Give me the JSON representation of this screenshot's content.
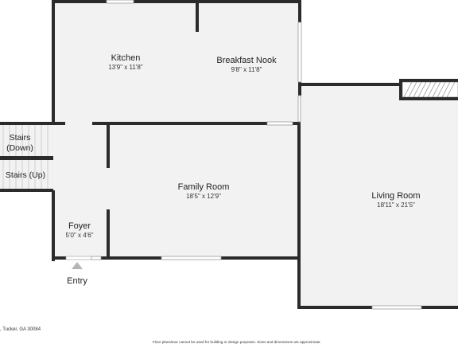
{
  "rooms": {
    "kitchen": {
      "name": "Kitchen",
      "dims": "13'9\" x 11'8\""
    },
    "breakfast_nook": {
      "name": "Breakfast Nook",
      "dims": "9'8\" x 11'8\""
    },
    "family_room": {
      "name": "Family Room",
      "dims": "18'5\" x 12'9\""
    },
    "living_room": {
      "name": "Living Room",
      "dims": "18'11\" x 21'5\""
    },
    "foyer": {
      "name": "Foyer",
      "dims": "5'0\" x 4'6\""
    }
  },
  "stairs": {
    "down": [
      "Stairs",
      "(Down)"
    ],
    "up": "Stairs (Up)"
  },
  "entry": {
    "label": "Entry"
  },
  "footer": {
    "address": ", Tucker, GA 30084",
    "disclaimer": "Floor plans/tour cannot be used for building or design purposes. Sizes and dimensions are approximate."
  },
  "colors": {
    "wall": "#2b2b2b",
    "floor": "#f2f2f2",
    "window": "#c8c8c8",
    "entry_arrow": "#b5b5b5"
  }
}
